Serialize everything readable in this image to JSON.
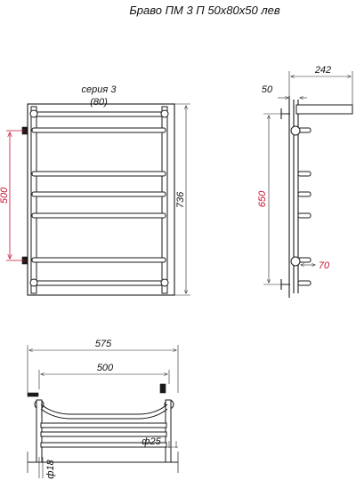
{
  "title": "Браво ПМ 3 П 50х80х50 лев",
  "front_view": {
    "series_label": "серия 3",
    "series_code": "(80)",
    "dim_height": "736",
    "dim_connection": "500"
  },
  "side_view": {
    "dim_depth": "242",
    "dim_offset": "50",
    "dim_connection": "650",
    "dim_bottom": "70"
  },
  "top_view": {
    "dim_width": "575",
    "dim_connection": "500",
    "dim_pipe": "ф25",
    "dim_thread": "ф18"
  },
  "colors": {
    "dimension_red": "#c8102e",
    "line_black": "#1a1a1a"
  }
}
